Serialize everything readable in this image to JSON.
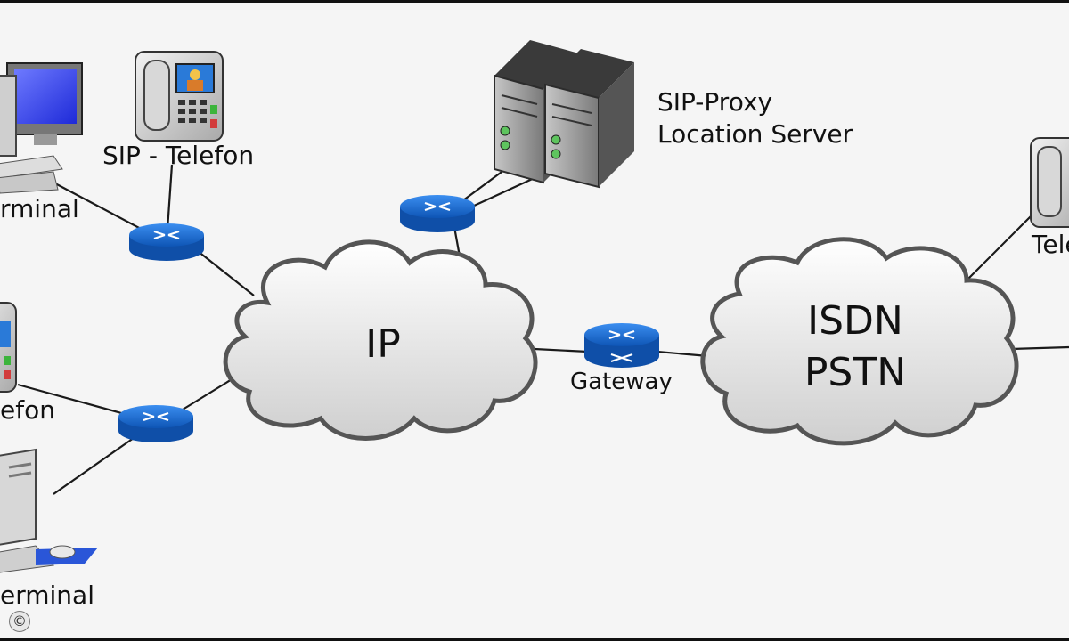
{
  "labels": {
    "sip_proxy": "SIP-Proxy",
    "location_server": "Location Server",
    "sip_telefon": "SIP - Telefon",
    "terminal_top": "rminal",
    "telefon_left": "efon",
    "terminal_bottom": "erminal",
    "ip_cloud": "IP",
    "isdn": "ISDN",
    "pstn": "PSTN",
    "gateway": "Gateway",
    "telefon_right": "Tele"
  },
  "copyright_mark": "©",
  "colors": {
    "router_blue": "#1f6fd0",
    "cloud_fill": "#e9e9e9",
    "server_gray": "#8c8c8c",
    "screen_blue": "#2a3cff",
    "line": "#1a1a1a"
  }
}
